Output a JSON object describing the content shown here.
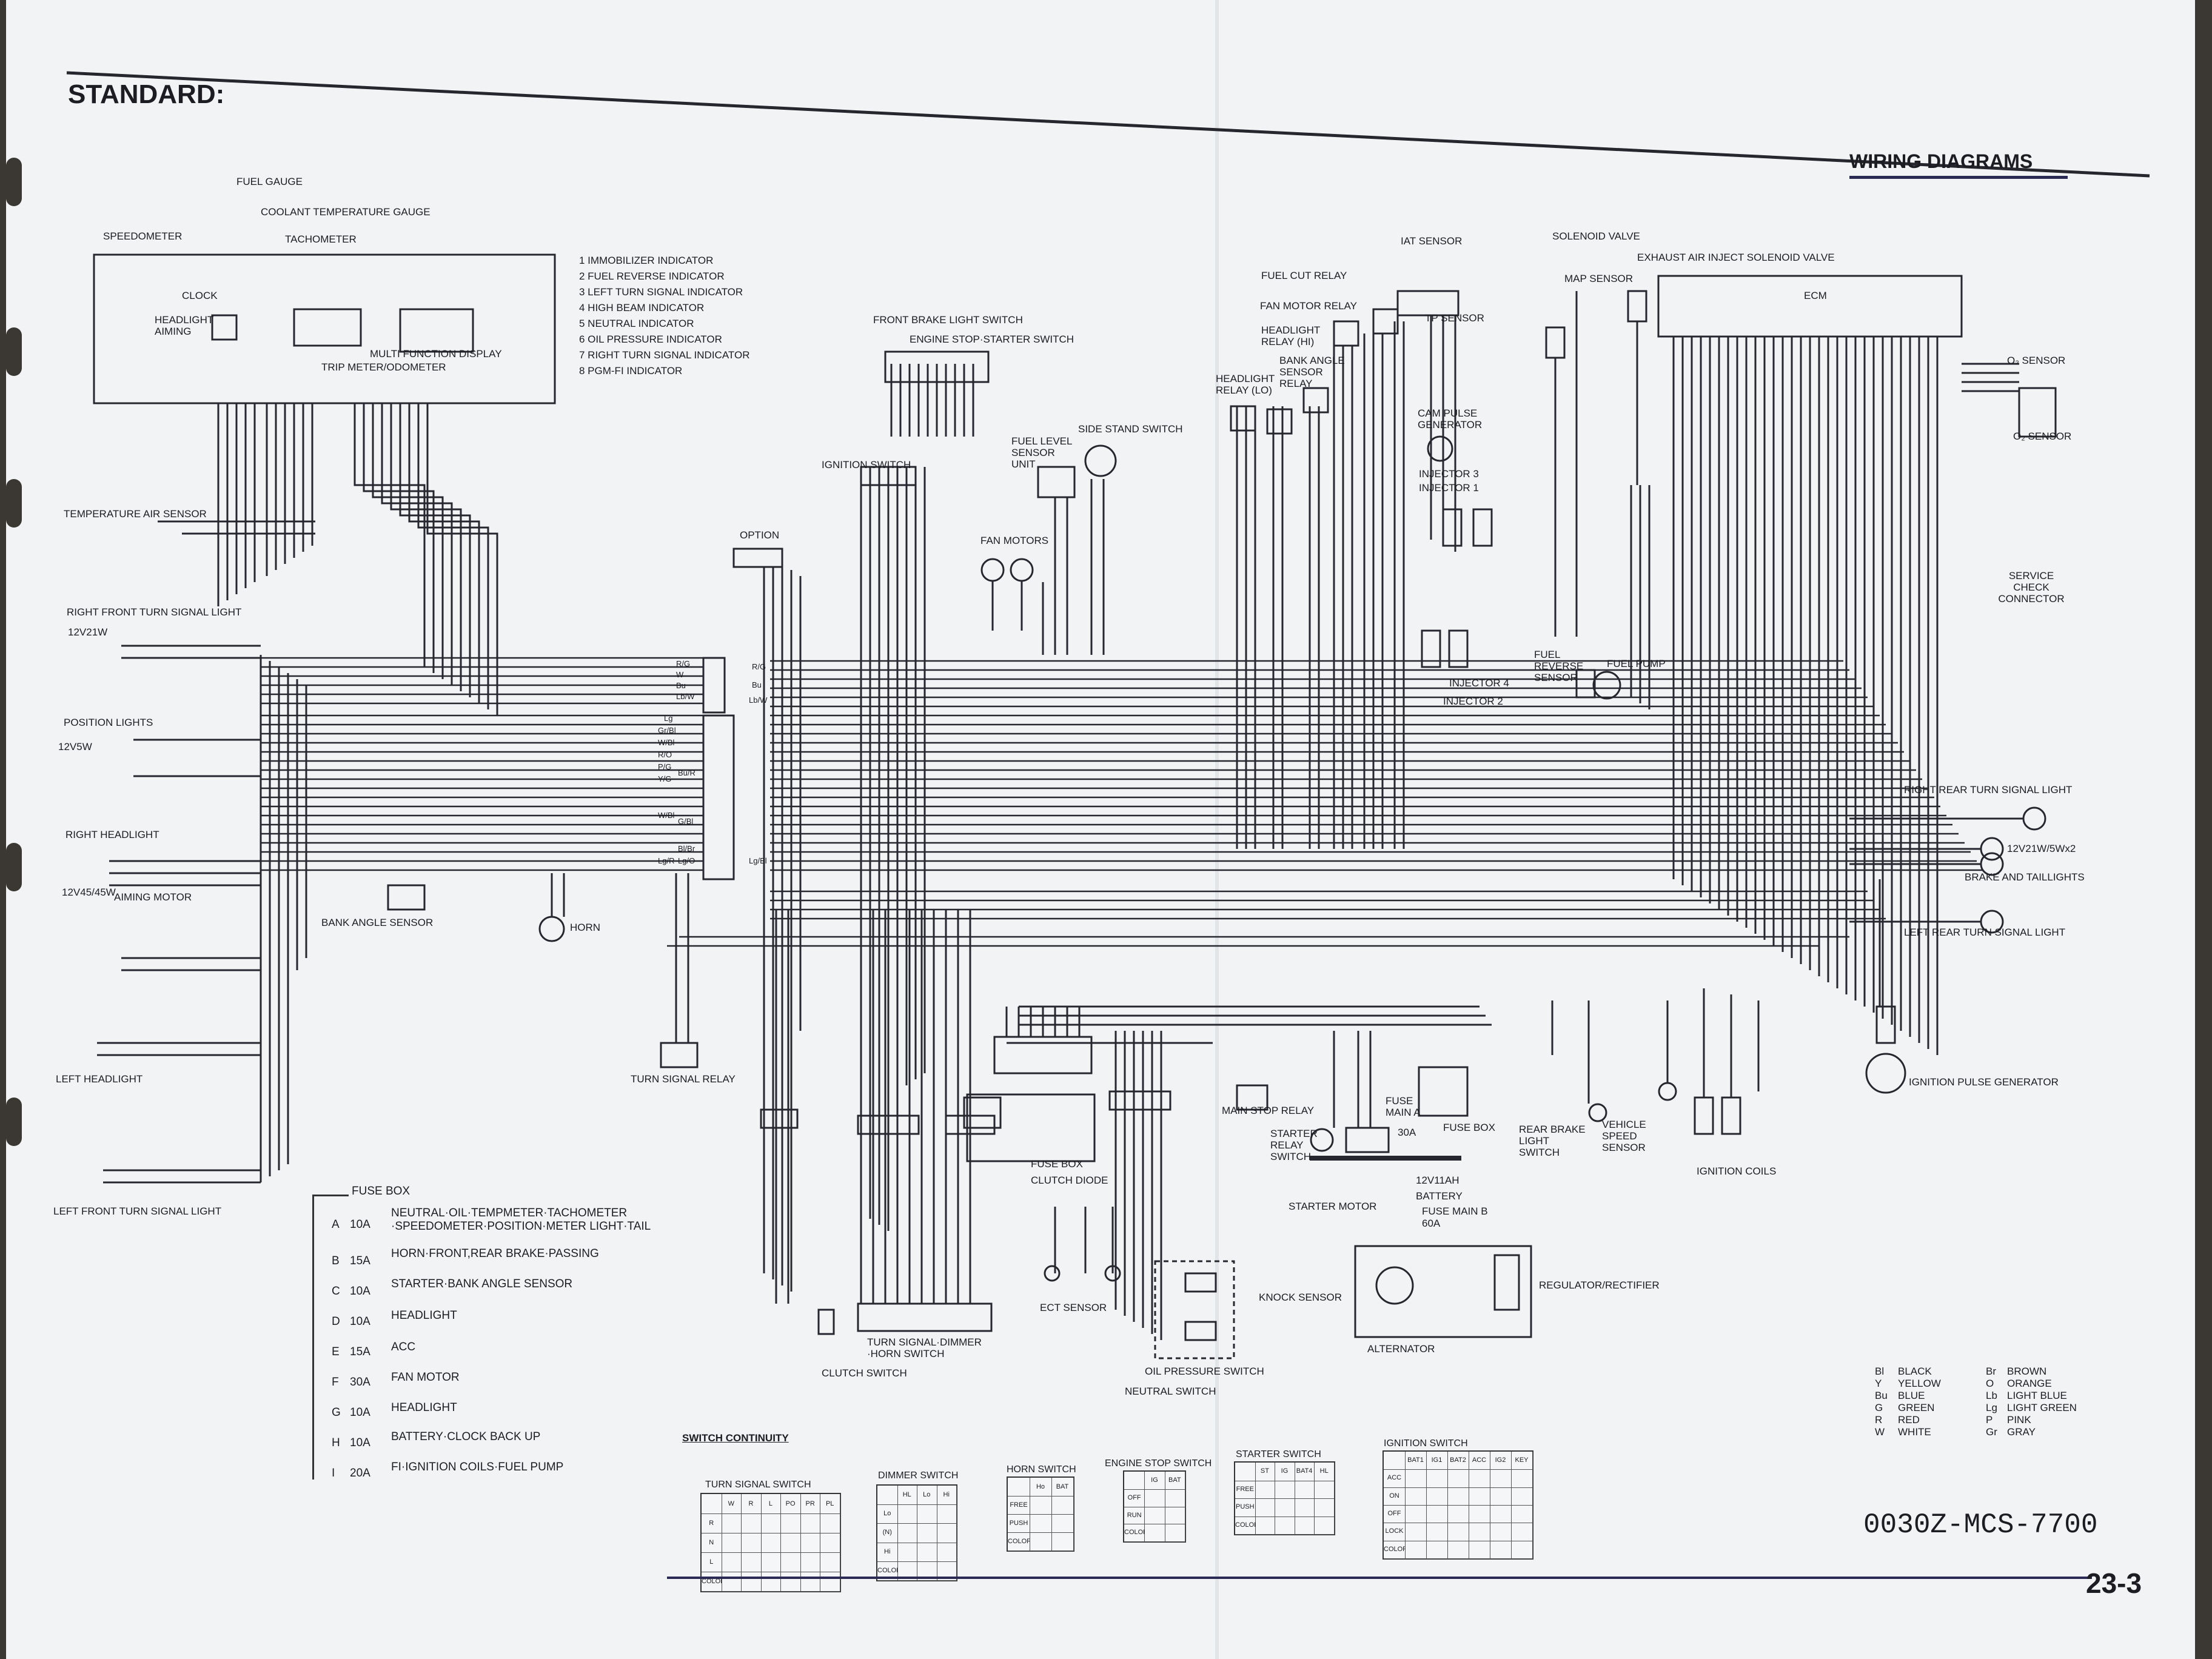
{
  "page": {
    "title": "STANDARD:",
    "section": "WIRING DIAGRAMS",
    "doc_code": "0030Z-MCS-7700",
    "page_num": "23-3"
  },
  "labels": {
    "fuel_gauge": "FUEL GAUGE",
    "coolant_temp_gauge": "COOLANT TEMPERATURE GAUGE",
    "speedometer": "SPEEDOMETER",
    "tachometer": "TACHOMETER",
    "clock": "CLOCK",
    "headlight_aiming": "HEADLIGHT AIMING",
    "multi_function_display": "MULTI FUNCTION DISPLAY",
    "trip_meter": "TRIP METER/ODOMETER",
    "temp_air_sensor": "TEMPERATURE AIR SENSOR",
    "right_front_turn": "RIGHT FRONT TURN SIGNAL LIGHT",
    "position_lights": "POSITION LIGHTS",
    "right_headlight": "RIGHT HEADLIGHT",
    "aiming_motor": "AIMING MOTOR",
    "bank_angle_sensor": "BANK ANGLE SENSOR",
    "horn": "HORN",
    "left_headlight": "LEFT HEADLIGHT",
    "left_front_turn": "LEFT FRONT TURN SIGNAL LIGHT",
    "turn_signal_relay": "TURN SIGNAL RELAY",
    "option": "OPTION",
    "ignition_switch": "IGNITION SWITCH",
    "front_brake_switch": "FRONT BRAKE LIGHT SWITCH",
    "engine_stop_switch": "ENGINE STOP·STARTER SWITCH",
    "fuel_level_sensor": "FUEL LEVEL SENSOR UNIT",
    "side_stand_switch": "SIDE STAND SWITCH",
    "fan_motors": "FAN MOTORS",
    "fuse_box": "FUSE BOX",
    "clutch_diode": "CLUTCH DIODE",
    "turn_dimmer_horn": "TURN SIGNAL·DIMMER ·HORN SWITCH",
    "clutch_switch": "CLUTCH SWITCH",
    "ect_sensor": "ECT SENSOR",
    "oil_pressure_switch": "OIL PRESSURE SWITCH",
    "neutral_switch": "NEUTRAL SWITCH",
    "knock_sensor": "KNOCK SENSOR",
    "main_stop_relay": "MAIN STOP RELAY",
    "starter_relay_switch": "STARTER RELAY SWITCH",
    "starter_motor": "STARTER MOTOR",
    "fuse_main_a": "FUSE MAIN A",
    "fuse_main_b": "FUSE MAIN B",
    "battery": "BATTERY",
    "alternator": "ALTERNATOR",
    "regulator": "REGULATOR/RECTIFIER",
    "fuse_box_r": "FUSE BOX",
    "rear_brake_switch": "REAR BRAKE LIGHT SWITCH",
    "vehicle_speed_sensor": "VEHICLE SPEED SENSOR",
    "ignition_coils": "IGNITION COILS",
    "ignition_pulse_gen": "IGNITION PULSE GENERATOR",
    "iat_sensor": "IAT SENSOR",
    "solenoid_valve": "SOLENOID VALVE",
    "exhaust_air": "EXHAUST AIR INJECT SOLENOID VALVE",
    "fuel_cut_relay": "FUEL CUT RELAY",
    "fan_motor_relay": "FAN MOTOR RELAY",
    "tp_sensor": "TP SENSOR",
    "map_sensor": "MAP SENSOR",
    "ecm": "ECM",
    "headlight_relay_hi": "HEADLIGHT RELAY (HI)",
    "headlight_relay_lo": "HEADLIGHT RELAY (LO)",
    "bank_angle_relay": "BANK ANGLE SENSOR RELAY",
    "cam_pulse_gen": "CAM PULSE GENERATOR",
    "injector_3": "INJECTOR 3",
    "injector_1": "INJECTOR 1",
    "injector_4": "INJECTOR 4",
    "injector_2": "INJECTOR 2",
    "o2_sensor_top": "O₂ SENSOR",
    "o2_sensor_bot": "O₂ SENSOR",
    "service_check": "SERVICE CHECK CONNECTOR",
    "fuel_reverse_sensor": "FUEL REVERSE SENSOR",
    "fuel_pump": "FUEL PUMP",
    "right_rear_turn": "RIGHT REAR TURN SIGNAL LIGHT",
    "brake_taillights": "BRAKE AND TAILLIGHTS",
    "left_rear_turn": "LEFT REAR TURN SIGNAL LIGHT",
    "switch_continuity": "SWITCH CONTINUITY",
    "turn_signal_switch": "TURN SIGNAL SWITCH",
    "dimmer_switch": "DIMMER SWITCH",
    "horn_switch": "HORN SWITCH",
    "engine_stop_sw": "ENGINE STOP SWITCH",
    "starter_switch": "STARTER SWITCH",
    "ignition_sw": "IGNITION SWITCH"
  },
  "indicators": [
    "1  IMMOBILIZER INDICATOR",
    "2  FUEL REVERSE INDICATOR",
    "3  LEFT TURN SIGNAL INDICATOR",
    "4  HIGH BEAM INDICATOR",
    "5  NEUTRAL INDICATOR",
    "6  OIL PRESSURE INDICATOR",
    "7  RIGHT TURN SIGNAL INDICATOR",
    "8  PGM-FI INDICATOR"
  ],
  "fuse_box": {
    "title": "FUSE BOX",
    "rows": [
      {
        "id": "A",
        "amp": "10A",
        "desc": "NEUTRAL·OIL·TEMPMETER·TACHOMETER ·SPEEDOMETER·POSITION·METER LIGHT·TAIL"
      },
      {
        "id": "B",
        "amp": "15A",
        "desc": "HORN·FRONT,REAR BRAKE·PASSING"
      },
      {
        "id": "C",
        "amp": "10A",
        "desc": "STARTER·BANK ANGLE SENSOR"
      },
      {
        "id": "D",
        "amp": "10A",
        "desc": "HEADLIGHT"
      },
      {
        "id": "E",
        "amp": "15A",
        "desc": "ACC"
      },
      {
        "id": "F",
        "amp": "30A",
        "desc": "FAN MOTOR"
      },
      {
        "id": "G",
        "amp": "10A",
        "desc": "HEADLIGHT"
      },
      {
        "id": "H",
        "amp": "10A",
        "desc": "BATTERY·CLOCK BACK UP"
      },
      {
        "id": "I",
        "amp": "20A",
        "desc": "FI·IGNITION COILS·FUEL PUMP"
      }
    ]
  },
  "color_key": [
    {
      "code": "Bl",
      "name": "BLACK"
    },
    {
      "code": "Y",
      "name": "YELLOW"
    },
    {
      "code": "Bu",
      "name": "BLUE"
    },
    {
      "code": "G",
      "name": "GREEN"
    },
    {
      "code": "R",
      "name": "RED"
    },
    {
      "code": "W",
      "name": "WHITE"
    },
    {
      "code": "Br",
      "name": "BROWN"
    },
    {
      "code": "O",
      "name": "ORANGE"
    },
    {
      "code": "Lb",
      "name": "LIGHT BLUE"
    },
    {
      "code": "Lg",
      "name": "LIGHT GREEN"
    },
    {
      "code": "P",
      "name": "PINK"
    },
    {
      "code": "Gr",
      "name": "GRAY"
    }
  ],
  "switch_tables": {
    "turn": {
      "cols": [
        "",
        "W",
        "R",
        "L",
        "PO",
        "PR",
        "PL"
      ],
      "rows": [
        "R",
        "N",
        "L",
        "COLOR"
      ]
    },
    "dimmer": {
      "cols": [
        "",
        "HL",
        "Lo",
        "Hi"
      ],
      "rows": [
        "Lo",
        "(N)",
        "Hi",
        "COLOR"
      ]
    },
    "horn": {
      "cols": [
        "",
        "Ho",
        "BAT"
      ],
      "rows": [
        "FREE",
        "PUSH",
        "COLOR"
      ]
    },
    "engine_stop": {
      "cols": [
        "",
        "IG",
        "BAT"
      ],
      "rows": [
        "OFF",
        "RUN",
        "COLOR"
      ]
    },
    "starter": {
      "cols": [
        "",
        "ST",
        "IG",
        "BAT4",
        "HL"
      ],
      "rows": [
        "FREE",
        "PUSH",
        "COLOR"
      ]
    },
    "ignition": {
      "cols": [
        "",
        "BAT1",
        "IG1",
        "BAT2",
        "ACC",
        "IG2",
        "KEY"
      ],
      "rows": [
        "ACC",
        "ON",
        "OFF",
        "LOCK",
        "COLOR"
      ]
    }
  },
  "wire_codes": [
    "R/G",
    "W",
    "Bu",
    "Lb/W",
    "Lg",
    "Gr/Bl",
    "W/Bl",
    "R/O",
    "Y/G",
    "P/G",
    "Bu/R",
    "W/Bl",
    "G/Bl",
    "Lg/R",
    "Bl/Br",
    "Lg/O",
    "R/G",
    "Bu",
    "Lb/W",
    "Lg/Bl"
  ],
  "specs": {
    "bulb_turn": "12V21W",
    "bulb_pos": "12V5W",
    "bulb_head": "12V45/45W",
    "bulb_tail": "12V21W/5Wx2",
    "battery_spec": "12V11AH",
    "fuse_a": "30A",
    "fuse_b": "60A"
  }
}
